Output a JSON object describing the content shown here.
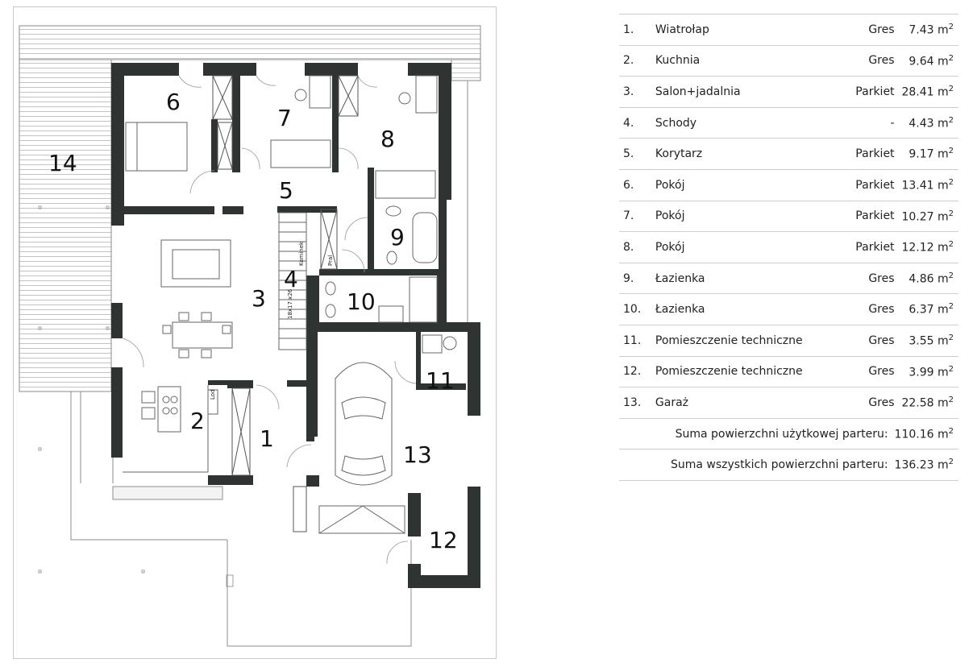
{
  "plan": {
    "rooms": [
      {
        "id": "6",
        "label": "6"
      },
      {
        "id": "7",
        "label": "7"
      },
      {
        "id": "8",
        "label": "8"
      },
      {
        "id": "14",
        "label": "14"
      },
      {
        "id": "5",
        "label": "5"
      },
      {
        "id": "9",
        "label": "9"
      },
      {
        "id": "3",
        "label": "3"
      },
      {
        "id": "4",
        "label": "4"
      },
      {
        "id": "10",
        "label": "10"
      },
      {
        "id": "11",
        "label": "11"
      },
      {
        "id": "2",
        "label": "2"
      },
      {
        "id": "1",
        "label": "1"
      },
      {
        "id": "13",
        "label": "13"
      },
      {
        "id": "12",
        "label": "12"
      }
    ],
    "stair_note": "18x17 x26",
    "labels": {
      "kominek": "Kominek",
      "pral": "Pral",
      "lod": "Lod"
    }
  },
  "table": {
    "rows": [
      {
        "no": "1.",
        "name": "Wiatrołap",
        "floor": "Gres",
        "area": "7.43 m",
        "sup": "2"
      },
      {
        "no": "2.",
        "name": "Kuchnia",
        "floor": "Gres",
        "area": "9.64 m",
        "sup": "2"
      },
      {
        "no": "3.",
        "name": "Salon+jadalnia",
        "floor": "Parkiet",
        "area": "28.41 m",
        "sup": "2"
      },
      {
        "no": "4.",
        "name": "Schody",
        "floor": "-",
        "area": "4.43 m",
        "sup": "2"
      },
      {
        "no": "5.",
        "name": "Korytarz",
        "floor": "Parkiet",
        "area": "9.17 m",
        "sup": "2"
      },
      {
        "no": "6.",
        "name": "Pokój",
        "floor": "Parkiet",
        "area": "13.41 m",
        "sup": "2"
      },
      {
        "no": "7.",
        "name": "Pokój",
        "floor": "Parkiet",
        "area": "10.27 m",
        "sup": "2"
      },
      {
        "no": "8.",
        "name": "Pokój",
        "floor": "Parkiet",
        "area": "12.12 m",
        "sup": "2"
      },
      {
        "no": "9.",
        "name": "Łazienka",
        "floor": "Gres",
        "area": "4.86 m",
        "sup": "2"
      },
      {
        "no": "10.",
        "name": "Łazienka",
        "floor": "Gres",
        "area": "6.37 m",
        "sup": "2"
      },
      {
        "no": "11.",
        "name": "Pomieszczenie techniczne",
        "floor": "Gres",
        "area": "3.55 m",
        "sup": "2"
      },
      {
        "no": "12.",
        "name": "Pomieszczenie techniczne",
        "floor": "Gres",
        "area": "3.99 m",
        "sup": "2"
      },
      {
        "no": "13.",
        "name": "Garaż",
        "floor": "Gres",
        "area": "22.58 m",
        "sup": "2"
      }
    ],
    "sums": [
      {
        "label": "Suma powierzchni użytkowej parteru:",
        "area": "110.16 m",
        "sup": "2"
      },
      {
        "label": "Suma wszystkich powierzchni parteru:",
        "area": "136.23 m",
        "sup": "2"
      }
    ]
  },
  "colors": {
    "wall": "#2f3332",
    "line": "#777777",
    "thin": "#9a9a9a"
  }
}
